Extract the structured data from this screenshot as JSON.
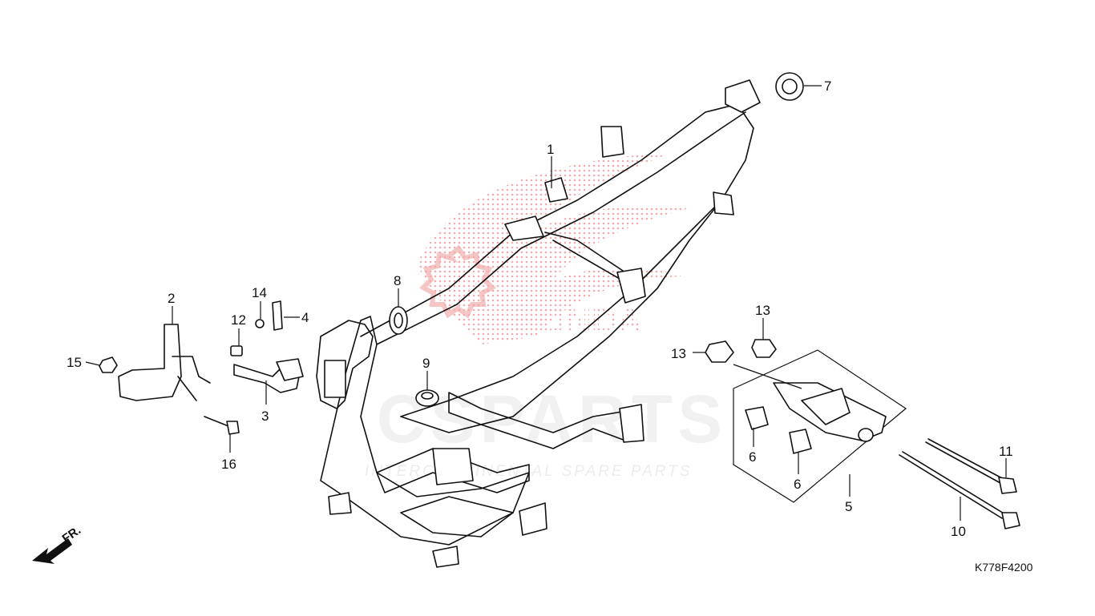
{
  "diagram": {
    "code": "K778F4200",
    "direction_label": "FR.",
    "callouts": [
      "1",
      "2",
      "3",
      "4",
      "5",
      "6",
      "6",
      "7",
      "8",
      "9",
      "10",
      "11",
      "12",
      "13",
      "13",
      "14",
      "15",
      "16"
    ]
  },
  "watermark": {
    "brand": "HONDA",
    "logo_text": "CSPARTS",
    "tagline": "INTERCONTINENTAL SPARE PARTS",
    "accent_color": "#e03a3a"
  }
}
